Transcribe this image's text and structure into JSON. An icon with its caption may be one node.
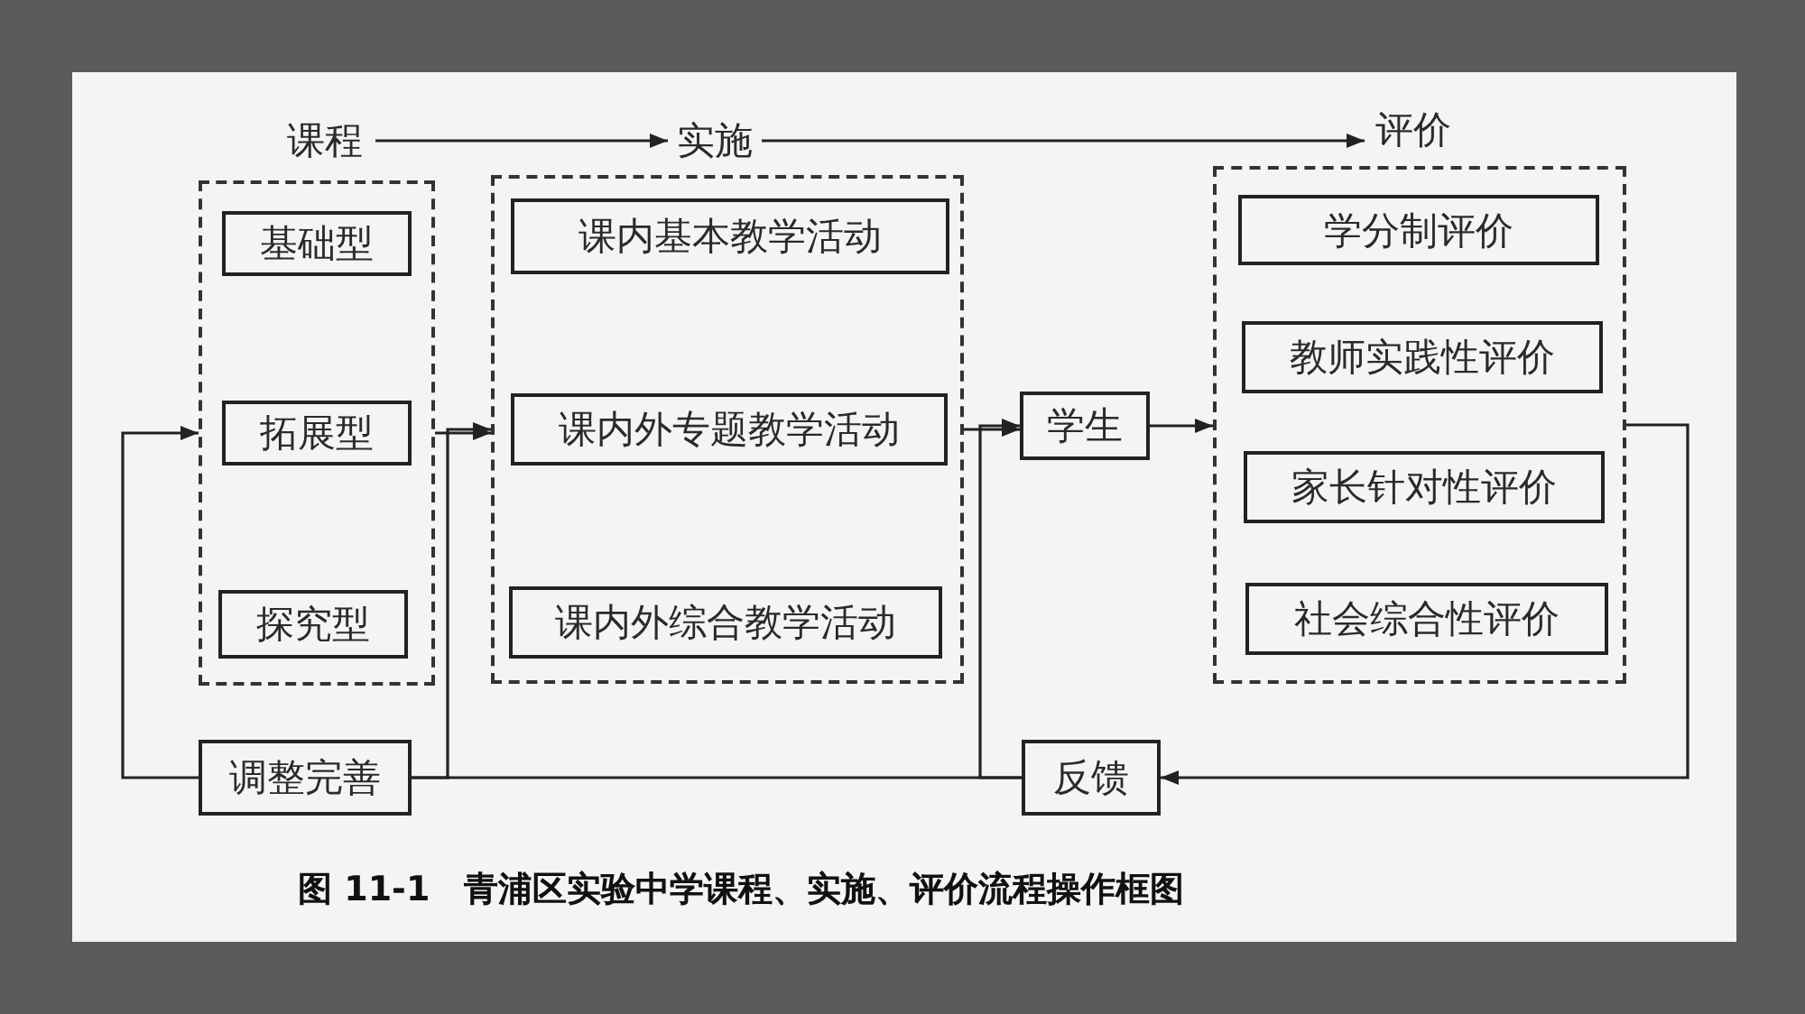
{
  "diagram": {
    "caption": "图 11-1　青浦区实验中学课程、实施、评价流程操作框图",
    "nodes": [
      {
        "text": [
          "课程"
        ]
      },
      {
        "text": [
          "实施"
        ]
      },
      {
        "text": [
          "评价"
        ]
      },
      {
        "text": [],
        "shape": "box"
      },
      {
        "text": [
          "基础型"
        ],
        "in": 3
      },
      {
        "text": [
          "拓展型"
        ],
        "in": 3
      },
      {
        "text": [
          "探究型"
        ],
        "in": 3
      },
      {
        "text": [],
        "shape": "box"
      },
      {
        "text": [
          "课内基本教学活动"
        ],
        "in": 7
      },
      {
        "text": [
          "课内外专题教学活动"
        ],
        "in": 7
      },
      {
        "text": [
          "课内外综合教学活动"
        ],
        "in": 7
      },
      {
        "text": [
          "学生"
        ]
      },
      {
        "text": [],
        "shape": "box"
      },
      {
        "text": [
          "学分制评价"
        ],
        "in": 12
      },
      {
        "text": [
          "教师实践性评价"
        ],
        "in": 12
      },
      {
        "text": [
          "家长针对性评价"
        ],
        "in": 12
      },
      {
        "text": [
          "社会综合性评价"
        ],
        "in": 12
      },
      {
        "text": [
          "调整完善"
        ]
      },
      {
        "text": [
          "反馈"
        ]
      }
    ],
    "edges": [
      {
        "from": 0,
        "to": 1,
        "arrow": "to"
      },
      {
        "from": 1,
        "to": 2,
        "arrow": "to"
      },
      {
        "from": 3,
        "to": 7,
        "arrow": "to"
      },
      {
        "from": 7,
        "to": 11,
        "arrow": "to"
      },
      {
        "from": 11,
        "to": 12,
        "arrow": "to"
      },
      {
        "from": 12,
        "to": 18,
        "arrow": "to"
      },
      {
        "from": 18,
        "to": 17,
        "arrow": "none"
      },
      {
        "from": 17,
        "to": 3,
        "arrow": "to"
      },
      {
        "from": 17,
        "to": 7,
        "arrow": "to"
      },
      {
        "from": 18,
        "to": 11,
        "arrow": "to"
      }
    ]
  }
}
